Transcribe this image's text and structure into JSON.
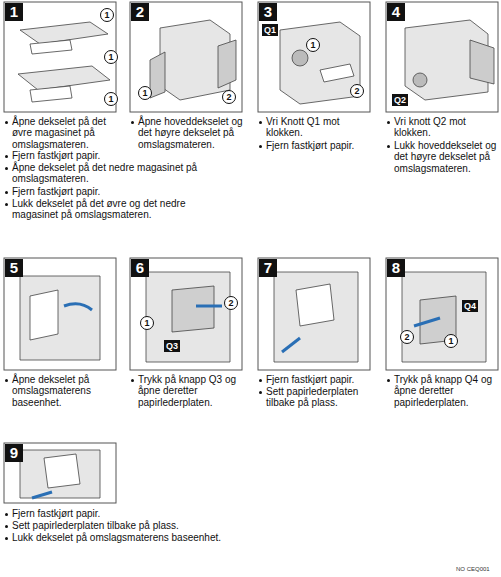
{
  "diagram": {
    "nodes": [
      {
        "text": [
          "1"
        ]
      },
      {
        "text": [
          "2"
        ]
      },
      {
        "text": [
          "3"
        ]
      },
      {
        "text": [
          "4"
        ]
      },
      {
        "text": [
          "5"
        ]
      },
      {
        "text": [
          "6"
        ]
      },
      {
        "text": [
          "7"
        ]
      },
      {
        "text": [
          "8"
        ]
      },
      {
        "text": [
          "9"
        ]
      }
    ],
    "edges": [],
    "labels": [
      "Åpne dekselet på det øvre magasinet på omslagsmateren.",
      "Fjern fastkjørt papir.",
      "Åpne dekselet på det nedre magasinet på omslagsmateren.",
      "Fjern fastkjørt papir.",
      "Lukk dekselet på det øvre og det nedre magasinet på omslagsmateren.",
      "Åpne hoveddekselet og det høyre dekselet på omslagsmateren.",
      "Vri Knott Q1 mot klokken.",
      "Fjern fastkjørt papir.",
      "Vri knott Q2 mot klokken.",
      "Lukk hoveddekselet og det høyre dekselet på omslagsmateren.",
      "Åpne dekselet på omslagsmaterens baseenhet.",
      "Trykk på knapp Q3 og åpne deretter papirlederplaten.",
      "Fjern fastkjørt papir.",
      "Sett papirlederplaten tilbake på plass.",
      "Trykk på knapp Q4 og åpne deretter papirlederplaten.",
      "Fjern fastkjørt papir.",
      "Sett papirlederplaten tilbake på plass.",
      "Lukk dekselet på omslagsmaterens baseenhet.",
      "1",
      "1",
      "1",
      "1",
      "2",
      "Q1",
      "1",
      "2",
      "Q2",
      "1",
      "2",
      "Q3",
      "Q4",
      "2",
      "1",
      "NO CEQ001"
    ]
  }
}
